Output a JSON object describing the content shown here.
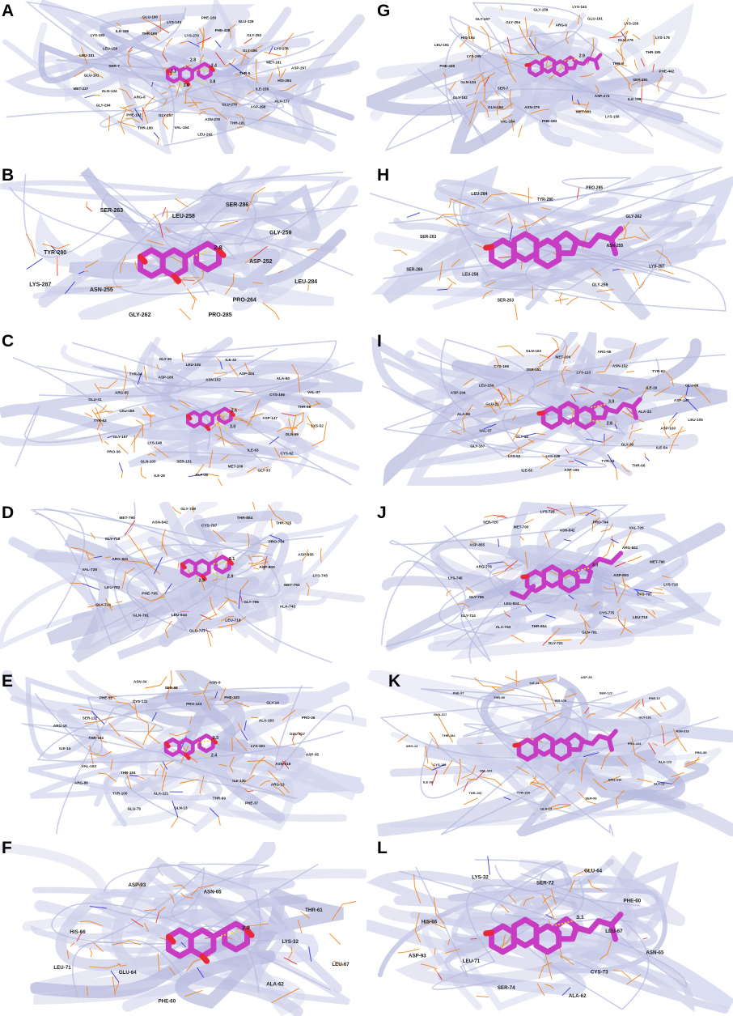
{
  "colors": {
    "ribbon": "#c8cbe8",
    "ribbon_dark": "#aeb2da",
    "stick": "#f08a24",
    "nitrogen": "#3a3ad6",
    "oxygen": "#e03a3a",
    "ligand": "#c83cc4",
    "ligand_oxygen": "#e8283c",
    "hbond": "#e8e020"
  },
  "panels": [
    {
      "label": "A",
      "distances": [
        "3.4",
        "3.8",
        "3.6",
        "3.1",
        "2.8"
      ],
      "residues": [
        "THR-5",
        "ARG-6",
        "LYS-270",
        "GLU-278",
        "SER-7",
        "GLY-156",
        "GLY-157",
        "THR-186",
        "ILE-155",
        "GLN-134",
        "PHE-438",
        "ASN-279",
        "LEU-158",
        "MET-181",
        "PHE-161",
        "LYS-149",
        "ASP-298",
        "GLU-191",
        "GLY-282",
        "VAL-164",
        "ILE-186",
        "HIS-294",
        "GLY-294",
        "PHE-183",
        "THR-181",
        "LEU-181",
        "LYS-276",
        "THR-180",
        "GLU-190",
        "ALA-177",
        "MET-237",
        "GLU-328",
        "LEU-292",
        "LYS-183",
        "ASP-297"
      ]
    },
    {
      "label": "B",
      "distances": [
        "2.8"
      ],
      "residues": [
        "ASP-252",
        "ASN-255",
        "LEU-258",
        "PRO-264",
        "TYR-280",
        "GLY-259",
        "GLY-262",
        "SER-263",
        "LEU-284",
        "LYS-287",
        "SER-286",
        "PRO-285"
      ]
    },
    {
      "label": "C",
      "distances": [
        "2.6",
        "3.0"
      ],
      "residues": [
        "ASP-147",
        "LYS-148",
        "ASN-152",
        "ILE-63",
        "LEU-158",
        "CYS-166",
        "SER-151",
        "ASP-165",
        "GLN-69",
        "GLY-167",
        "ASP-104",
        "MET-106",
        "ARG-65",
        "THR-66",
        "GLN-103",
        "LEU-105",
        "CYS-62",
        "TYR-62",
        "ALA-50",
        "ALA-38",
        "TYR-34",
        "LYS-52",
        "PRO-36",
        "ILE-32",
        "GLY-33",
        "GLU-31",
        "VAL-37",
        "ILE-29",
        "GLY-30"
      ]
    },
    {
      "label": "D",
      "distances": [
        "3.1",
        "2.9",
        "2.9"
      ],
      "residues": [
        "ASP-800",
        "PHE-795",
        "CYS-797",
        "GLY-796",
        "ARG-841",
        "PRO-794",
        "LEU-844",
        "ASN-842",
        "MET-793",
        "LEU-792",
        "THR-854",
        "LEU-718",
        "GLY-719",
        "ASP-855",
        "GLN-791",
        "GLY-729",
        "ALA-743",
        "VAL-726",
        "THR-725",
        "GLU-721",
        "MET-790",
        "LYS-745",
        "GLY-724"
      ]
    },
    {
      "label": "E",
      "distances": [
        "3.3",
        "2.4"
      ],
      "residues": [
        "LYS-181",
        "THR-184",
        "PRO-124",
        "ILE-130",
        "THR-182",
        "ALA-183",
        "ALA-121",
        "CYS-132",
        "ASN-318",
        "VAL-103",
        "PHE-103",
        "THR-99",
        "SER-122",
        "GLU-317",
        "TYR-100",
        "SER-98",
        "ARG-13",
        "ILE-14",
        "GLY-14",
        "GLN-13",
        "PHE-12",
        "ASP-35",
        "ARG-89",
        "ASN-9",
        "PHE-37",
        "ARG-16",
        "PRO-36",
        "GLU-79",
        "ASN-34"
      ]
    },
    {
      "label": "F",
      "distances": [
        "2.9"
      ],
      "residues": [
        "LYS-32",
        "GLU-64",
        "ASN-65",
        "ALA-62",
        "HIS-66",
        "THR-61",
        "PHE-60",
        "ASP-93",
        "LEU-67",
        "LEU-71"
      ]
    },
    {
      "label": "G",
      "distances": [
        "2.9"
      ],
      "residues": [
        "THR-5",
        "SER-7",
        "ARG-6",
        "ASP-274",
        "LYS-295",
        "GLU-278",
        "ASN-279",
        "GLY-294",
        "SER-291",
        "GLN-134",
        "GLU-191",
        "MET-181",
        "HIS-194",
        "THR-185",
        "GLN-156",
        "GLY-159",
        "ILE-186",
        "PHE-438",
        "LYS-158",
        "PHE-183",
        "GLY-157",
        "PHE-442",
        "GLY-162",
        "LYS-163",
        "LYS-156",
        "LEU-181",
        "LYS-179",
        "VAL-164"
      ]
    },
    {
      "label": "H",
      "distances": [],
      "residues": [
        "ASN-255",
        "LEU-258",
        "TYR-280",
        "GLY-259",
        "SER-263",
        "GLY-262",
        "SER-263",
        "LEU-284",
        "LYS-287",
        "SER-286",
        "PRO-285"
      ]
    },
    {
      "label": "I",
      "distances": [
        "3.0",
        "2.8"
      ],
      "residues": [
        "ALA-33",
        "GLY-32",
        "LYS-113",
        "GLY-30",
        "GLU-31",
        "ILE-29",
        "LYS-149",
        "SER-151",
        "ASP-100",
        "VAL-37",
        "ASN-152",
        "TYR-34",
        "LEU-154",
        "ASP-147",
        "LYS-52",
        "MET-106",
        "ILE-54",
        "ALA-50",
        "TYR-62",
        "ASP-165",
        "CYS-166",
        "LEU-105",
        "GLY-167",
        "ARG-65",
        "THR-66",
        "ASP-104",
        "GLU-69",
        "ILE-63",
        "GLN-103"
      ]
    },
    {
      "label": "J",
      "distances": [
        "3.0"
      ],
      "residues": [
        "ASP-800",
        "LEU-844",
        "ASN-842",
        "CYS-775",
        "ARG-776",
        "ARG-841",
        "THR-854",
        "MET-793",
        "CYS-797",
        "GLY-796",
        "PRO-794",
        "GLN-791",
        "ASP-855",
        "MET-790",
        "ALA-743",
        "LYS-728",
        "LEU-718",
        "LYS-745",
        "VAL-726",
        "GLY-721",
        "SER-720",
        "LYS-716",
        "GLY-724"
      ]
    },
    {
      "label": "K",
      "distances": [],
      "residues": [
        "PRO-124",
        "VAL-101",
        "HIS-179",
        "ARG-316",
        "THR-182",
        "GLY-101",
        "TYR-100",
        "THR-99",
        "ALA-123",
        "CYS-132",
        "SER-122",
        "SER-98",
        "GLN-317",
        "ASN-318",
        "THR-100",
        "ILE-14",
        "GLY-13",
        "ARG-13",
        "PHE-12",
        "GLN-13",
        "PHE-37",
        "PRO-36",
        "ILE-38",
        "ASP-35"
      ]
    },
    {
      "label": "L",
      "distances": [
        "3.1"
      ],
      "residues": [
        "LEU-67",
        "LEU-71",
        "SER-72",
        "CYS-73",
        "HIS-66",
        "PHE-60",
        "SER-74",
        "LYS-32",
        "ASN-65",
        "ASP-93",
        "GLU-64",
        "ALA-62"
      ]
    }
  ]
}
